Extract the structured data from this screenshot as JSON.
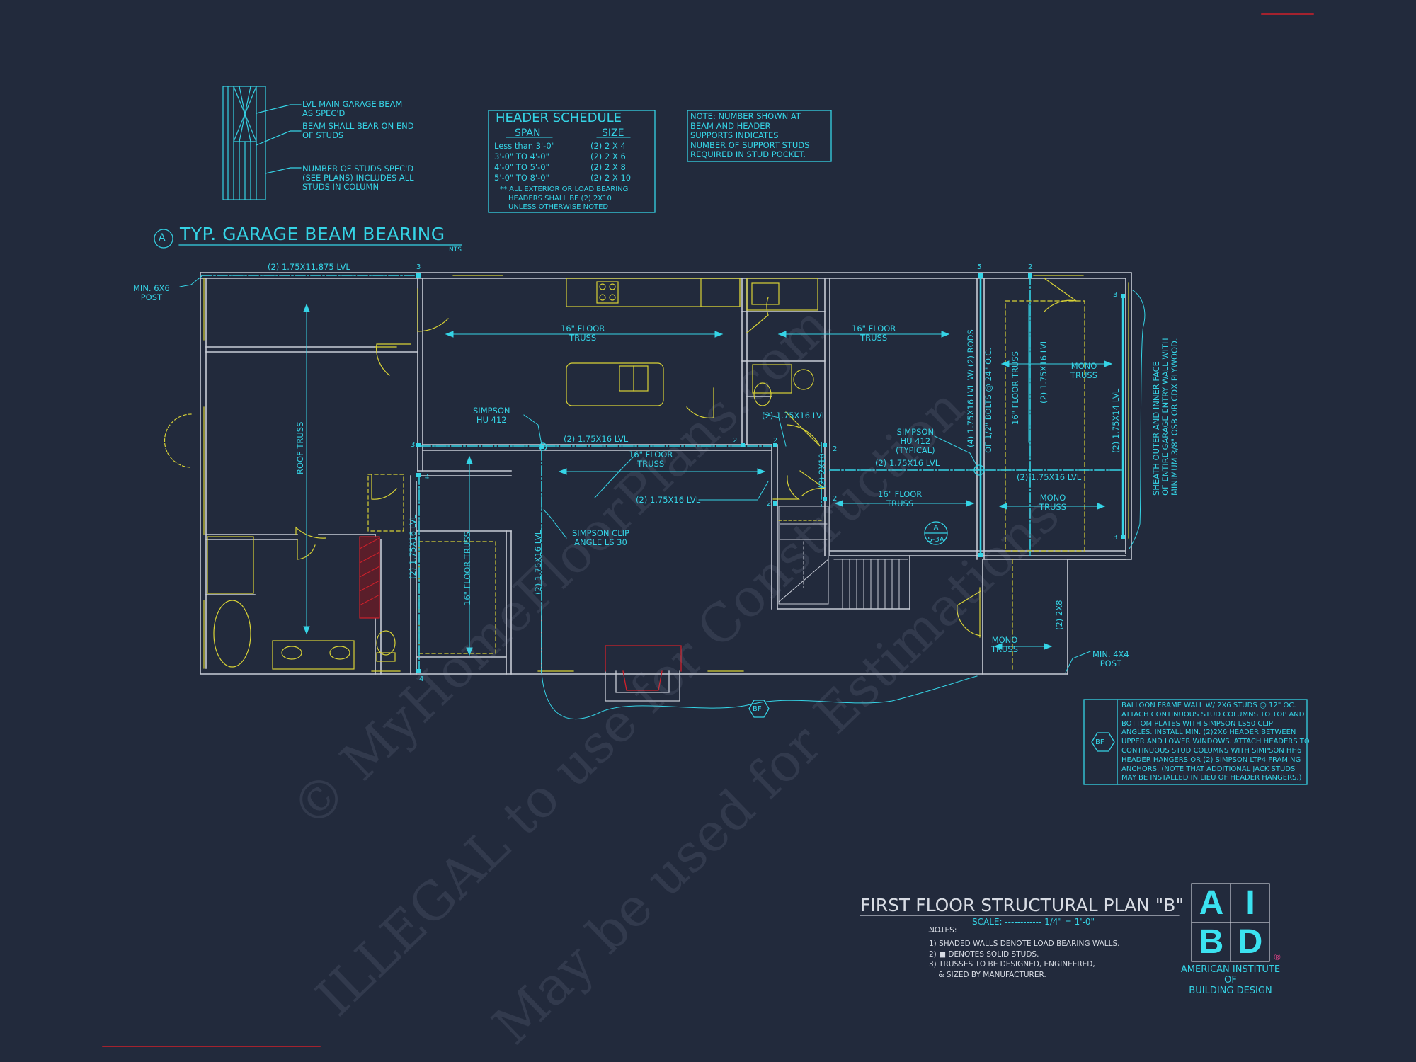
{
  "detail_a": {
    "marker": "A",
    "title": "TYP. GARAGE BEAM BEARING",
    "scale_note": "NTS",
    "callout_1": [
      "LVL MAIN GARAGE BEAM",
      "AS SPEC'D"
    ],
    "callout_2": [
      "BEAM SHALL BEAR ON END",
      "OF STUDS"
    ],
    "callout_3": [
      "NUMBER OF STUDS SPEC'D",
      "(SEE PLANS) INCLUDES ALL",
      "STUDS IN COLUMN"
    ]
  },
  "header_schedule": {
    "title": "HEADER SCHEDULE",
    "col_span": "SPAN",
    "col_size": "SIZE",
    "rows": [
      {
        "span": "Less than 3'-0\"",
        "size": "(2) 2 x 4"
      },
      {
        "span": "3'-0\" to 4'-0\"",
        "size": "(2) 2 x 6"
      },
      {
        "span": "4'-0\" to 5'-0\"",
        "size": "(2) 2 x 8"
      },
      {
        "span": "5'-0\" to 8'-0\"",
        "size": "(2) 2 x 10"
      }
    ],
    "footnote": [
      "** ALL EXTERIOR OR LOAD BEARING",
      "HEADERS SHALL BE (2) 2x10",
      "UNLESS OTHERWISE NOTED"
    ]
  },
  "support_note": [
    "NOTE: NUMBER SHOWN AT",
    "BEAM AND HEADER",
    "SUPPORTS INDICATES",
    "NUMBER OF SUPPORT STUDS",
    "REQUIRED IN STUD POCKET."
  ],
  "plan_labels": {
    "top_beam": "(2) 1.75x11.875 LVL",
    "min_6x6": [
      "MIN. 6x6",
      "POST"
    ],
    "floor_truss": [
      "16\" FLOOR",
      "TRUSS"
    ],
    "roof_truss": "ROOF TRUSS",
    "floor_truss_v": "16\" FLOOR TRUSS",
    "mono_truss": [
      "MONO",
      "TRUSS"
    ],
    "lvl_2_175x16": "(2) 1.75x16 LVL",
    "lvl_2_175x14": "(2) 1.75x14 LVL",
    "lvl_4_175x16": "(4) 1.75x16 LVL w/ (2) RODS",
    "bolts": "OF 1/2\" BOLTS @ 24\" O.C.",
    "simpson_hu": [
      "SIMPSON",
      "HU 412"
    ],
    "simpson_hu_typ": [
      "SIMPSON",
      "HU 412",
      "(TYPICAL)"
    ],
    "simpson_clip": [
      "SIMPSON CLIP",
      "ANGLE LS 30"
    ],
    "h_2x10": "(2) 2x10",
    "h_2x8": "(2) 2x8",
    "min_4x4": [
      "MIN. 4x4",
      "POST"
    ],
    "section_ref": [
      "A",
      "S-3A"
    ],
    "bf_tag": "BF",
    "sheath": [
      "SHEATH OUTER AND INNER FACE",
      "OF ENTIRE GARAGE ENTRY WALL WITH",
      "MINIMUM 3/8\" OSB OR CDX PLYWOOD."
    ],
    "stud_counts": [
      "3",
      "3",
      "4",
      "4",
      "5",
      "2",
      "2",
      "2",
      "2",
      "2",
      "3",
      "3",
      "2"
    ]
  },
  "bf_note": {
    "tag": "BF",
    "lines": [
      "BALLOON FRAME WALL w/ 2x6 STUDS @ 12\" OC.",
      "ATTACH CONTINUOUS STUD COLUMNS TO TOP AND",
      "BOTTOM PLATES WITH SIMPSON LS50 CLIP",
      "ANGLES. INSTALL MIN. (2)2x6 HEADER BETWEEN",
      "UPPER AND LOWER WINDOWS. ATTACH HEADERS TO",
      "CONTINUOUS STUD COLUMNS WITH SIMPSON HH6",
      "HEADER HANGERS OR (2) SIMPSON LTP4 FRAMING",
      "ANCHORS. (NOTE THAT ADDITIONAL JACK STUDS",
      "MAY BE INSTALLED IN LIEU OF HEADER HANGERS.)"
    ]
  },
  "title_block": {
    "title": "FIRST FLOOR STRUCTURAL PLAN \"B\"",
    "scale": "SCALE: ------------ 1/4\" = 1'-0\"",
    "notes_label": "NOTES:",
    "notes": [
      "1) SHADED WALLS DENOTE LOAD BEARING WALLS.",
      "2) ■ DENOTES SOLID STUDS.",
      "3) TRUSSES TO BE DESIGNED, ENGINEERED,",
      "    & SIZED BY MANUFACTURER."
    ]
  },
  "logo": {
    "letters": [
      "A",
      "I",
      "B",
      "D"
    ],
    "registered": "®",
    "org": [
      "AMERICAN INSTITUTE",
      "OF",
      "BUILDING DESIGN"
    ]
  },
  "watermark": [
    "© MyHomeFloorPlans.com",
    "ILLEGAL to use for Construction",
    "May be used for Estimations"
  ],
  "colors": {
    "background": "#222a3c",
    "cyan": "#35d4e6",
    "yellow": "#d8d236",
    "wall": "#c8ccd6",
    "red": "#d0202a"
  }
}
